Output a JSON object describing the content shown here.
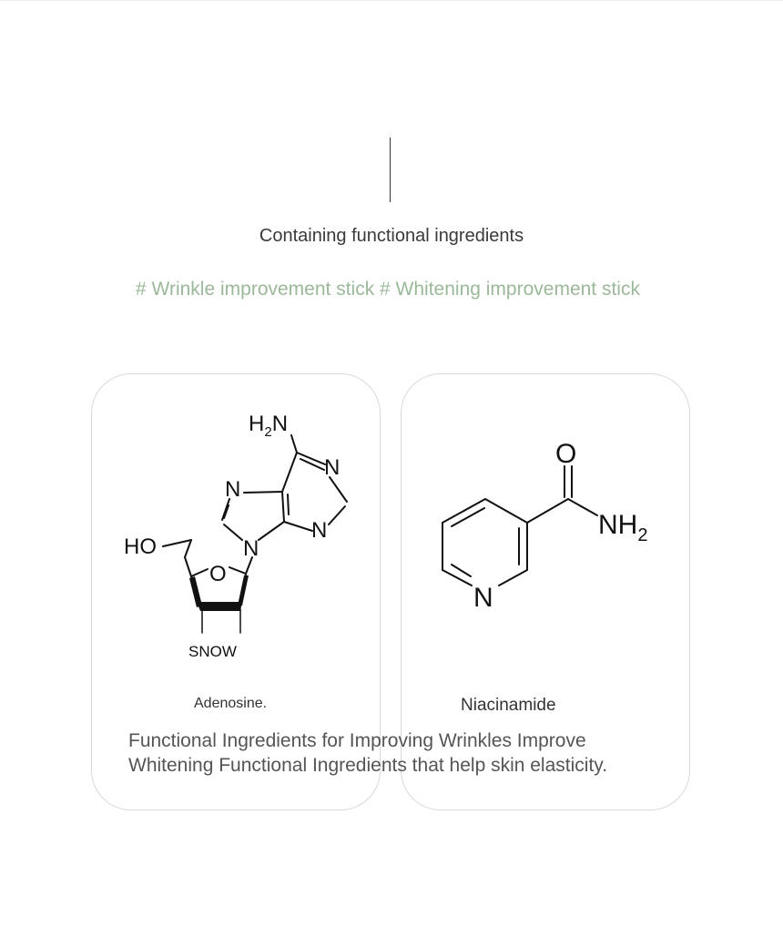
{
  "headline": "Containing functional ingredients",
  "tags": "# Wrinkle improvement stick # Whitening improvement stick",
  "cards": [
    {
      "caption": "Adenosine.",
      "structure_labels": {
        "amine": "H",
        "amine_sub": "2",
        "amine_n": "N",
        "n1": "N",
        "n3": "N",
        "n7": "N",
        "n9": "N",
        "hydroxyl": "HO",
        "ring_oxygen": "O",
        "watermark": "SNOW"
      }
    },
    {
      "caption": "Niacinamide",
      "structure_labels": {
        "ring_nitrogen": "N",
        "carbonyl_oxygen": "O",
        "amide": "NH",
        "amide_sub": "2"
      }
    }
  ],
  "description": "Functional Ingredients for Improving Wrinkles Improve Whitening Functional Ingredients that help skin elasticity.",
  "colors": {
    "headline": "#3a3a3a",
    "tags": "#9bb999",
    "card_border": "#d9d9d9",
    "description": "#555555"
  }
}
